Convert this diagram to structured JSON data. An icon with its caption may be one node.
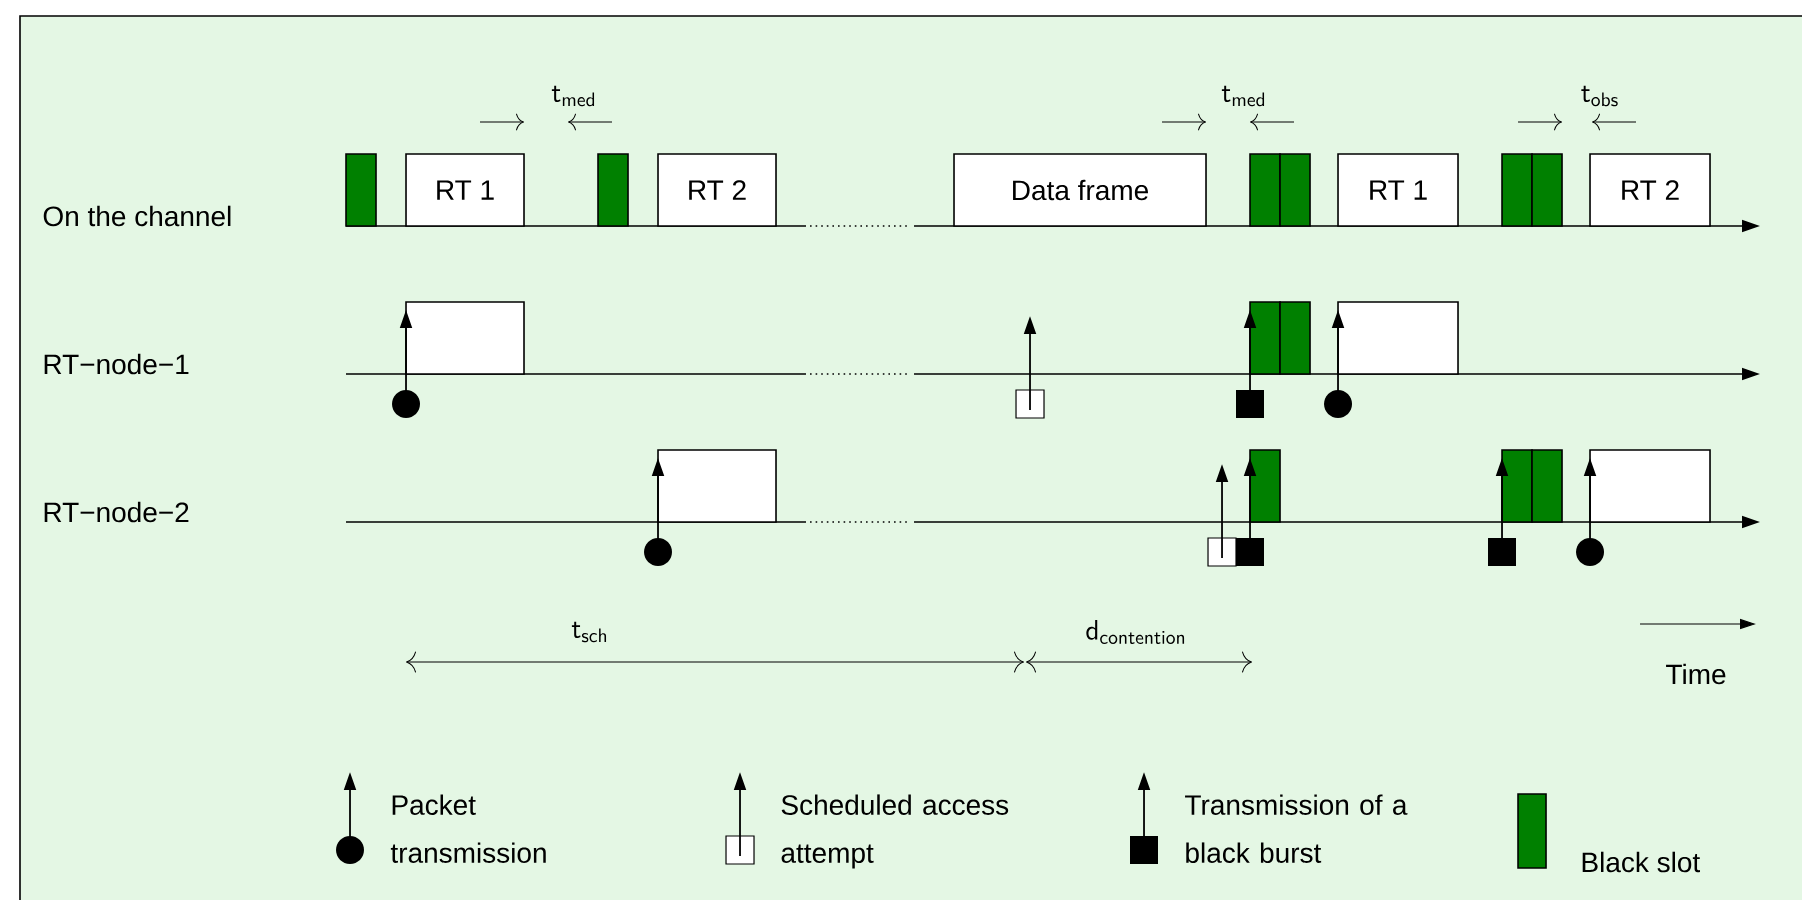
{
  "diagram": {
    "nodes": [
      {
        "text": [
          "RT 1"
        ]
      },
      {
        "text": [
          "RT 2"
        ]
      },
      {
        "text": [
          "Data frame"
        ]
      },
      {
        "text": [
          "RT 1"
        ]
      },
      {
        "text": [
          "RT 2"
        ]
      },
      {
        "text": [],
        "shape": "box"
      },
      {
        "text": [],
        "shape": "box"
      },
      {
        "text": [],
        "shape": "box"
      },
      {
        "text": [],
        "shape": "box"
      }
    ],
    "labels": [
      "\\mathsf{t}_{\\mathsf{med}}",
      "\\mathsf{t}_{\\mathsf{med}}",
      "\\mathsf{t}_{\\mathsf{obs}}",
      "On the channel",
      "RT−node−1",
      "RT−node−2",
      "\\mathsf{t}_{\\mathsf{sch}}",
      "\\mathsf{d}_{\\mathsf{contention}}",
      "Time"
    ],
    "legend": [
      {
        "text": "Packet transmission"
      },
      {
        "text": "Scheduled access attempt"
      },
      {
        "text": "Transmission of a black burst"
      },
      {
        "text": "Black slot",
        "color": "#008000"
      }
    ]
  }
}
